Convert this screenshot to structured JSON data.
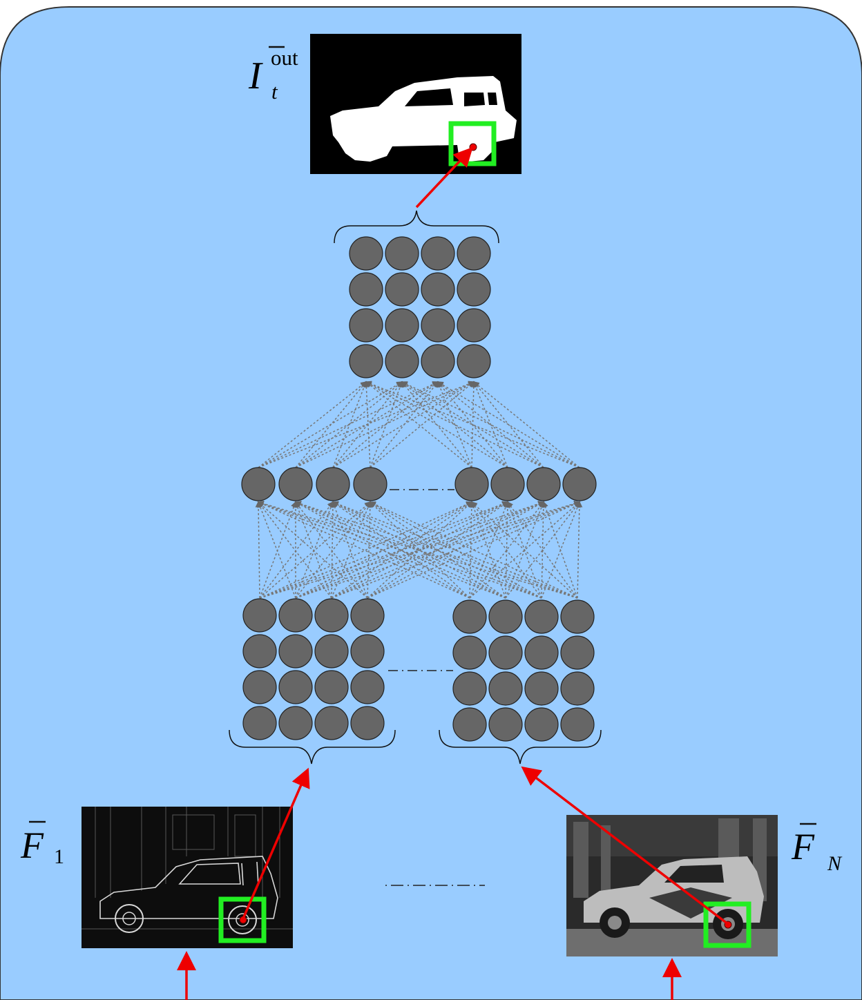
{
  "labels": {
    "out_symbol": "I",
    "out_superscript": "out",
    "out_subscript": "t",
    "f1_symbol": "F",
    "f1_subscript": "1",
    "fn_symbol": "F",
    "fn_subscript": "N"
  },
  "colors": {
    "panel_fill": "#99ccff",
    "node_fill": "#666666",
    "arrow_red": "#ee0000",
    "box_green": "#22ee22",
    "connection_gray": "#777777"
  },
  "nodes": {
    "output_grid": {
      "rows": 4,
      "cols": 4
    },
    "hidden_layer": {
      "left_count": 4,
      "right_count": 4
    },
    "input_grid_left": {
      "rows": 4,
      "cols": 4
    },
    "input_grid_right": {
      "rows": 4,
      "cols": 4
    }
  }
}
